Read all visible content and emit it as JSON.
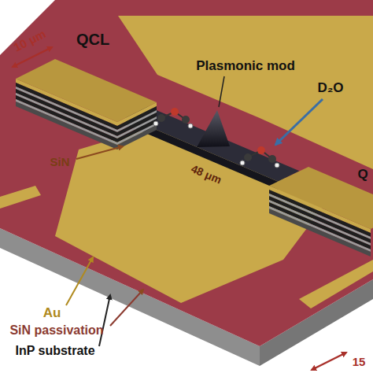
{
  "diagram": {
    "labels": [
      "10 μm",
      "QCL",
      "Plasmonic mod",
      "D₂O",
      "SiN",
      "48 μm",
      "Q",
      "15",
      "Au",
      "SiN passivation",
      "InP substrate"
    ]
  }
}
